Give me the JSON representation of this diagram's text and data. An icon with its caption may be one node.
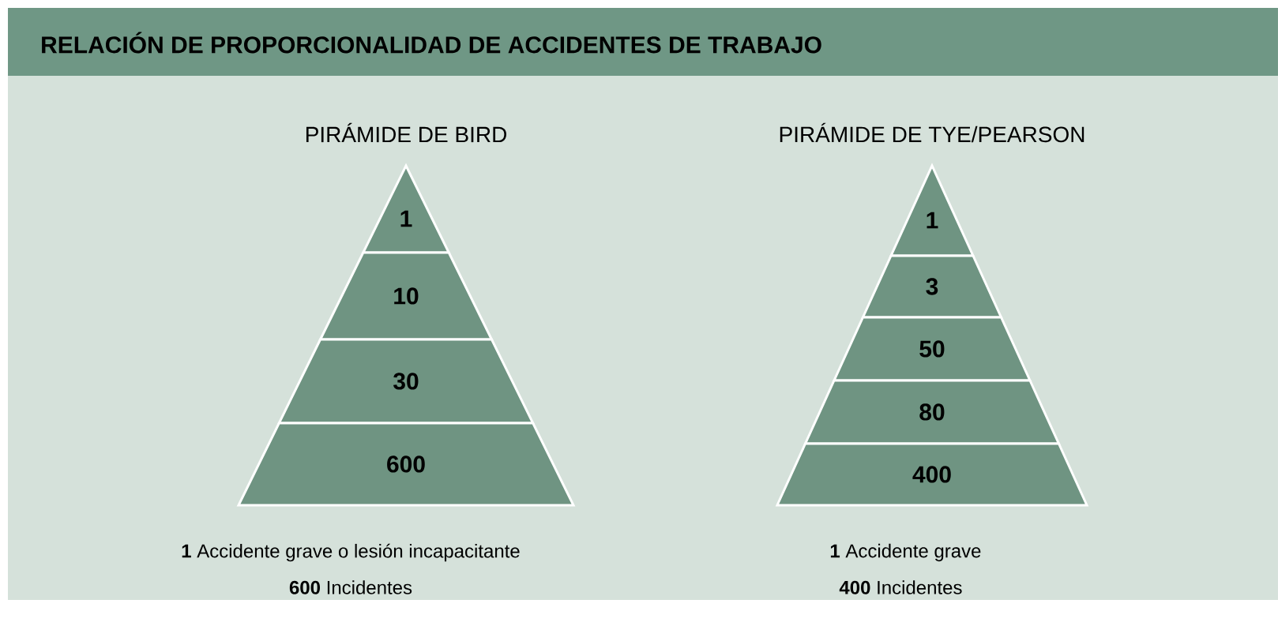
{
  "diagram": {
    "title": "RELACIÓN DE PROPORCIONALIDAD DE ACCIDENTES DE TRABAJO",
    "nodes": [
      {
        "text": [
          "1"
        ]
      },
      {
        "text": [
          "10"
        ]
      },
      {
        "text": [
          "30"
        ]
      },
      {
        "text": [
          "600"
        ]
      },
      {
        "text": [
          "1"
        ]
      },
      {
        "text": [
          "3"
        ]
      },
      {
        "text": [
          "50"
        ]
      },
      {
        "text": [
          "80"
        ]
      },
      {
        "text": [
          "400"
        ]
      }
    ],
    "labels": [
      "PIRÁMIDE DE BIRD",
      "PIRÁMIDE DE TYE/PEARSON",
      "**1** Accidente grave o lesión incapacitante",
      "**600** Incidentes",
      "**1** Accidente grave",
      "**400** Incidentes"
    ]
  }
}
